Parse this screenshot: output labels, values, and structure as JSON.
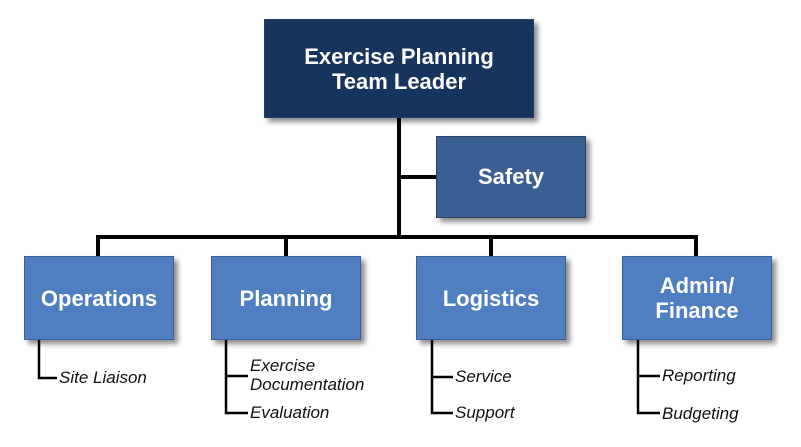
{
  "leader": {
    "line1": "Exercise Planning",
    "line2": "Team Leader"
  },
  "staff": {
    "label": "Safety"
  },
  "departments": [
    {
      "line1": "Operations",
      "line2": "",
      "subs": [
        "Site Liaison"
      ]
    },
    {
      "line1": "Planning",
      "line2": "",
      "subs": [
        "Exercise Documentation",
        "Evaluation"
      ]
    },
    {
      "line1": "Logistics",
      "line2": "",
      "subs": [
        "Service",
        "Support"
      ]
    },
    {
      "line1": "Admin/",
      "line2": "Finance",
      "subs": [
        "Reporting",
        "Budgeting"
      ]
    }
  ],
  "planning_sub_lines": [
    "Exercise",
    "Documentation"
  ],
  "colors": {
    "leader": "#17345e",
    "staff": "#3a5f93",
    "department": "#4f7fc0",
    "connector": "#000000"
  }
}
